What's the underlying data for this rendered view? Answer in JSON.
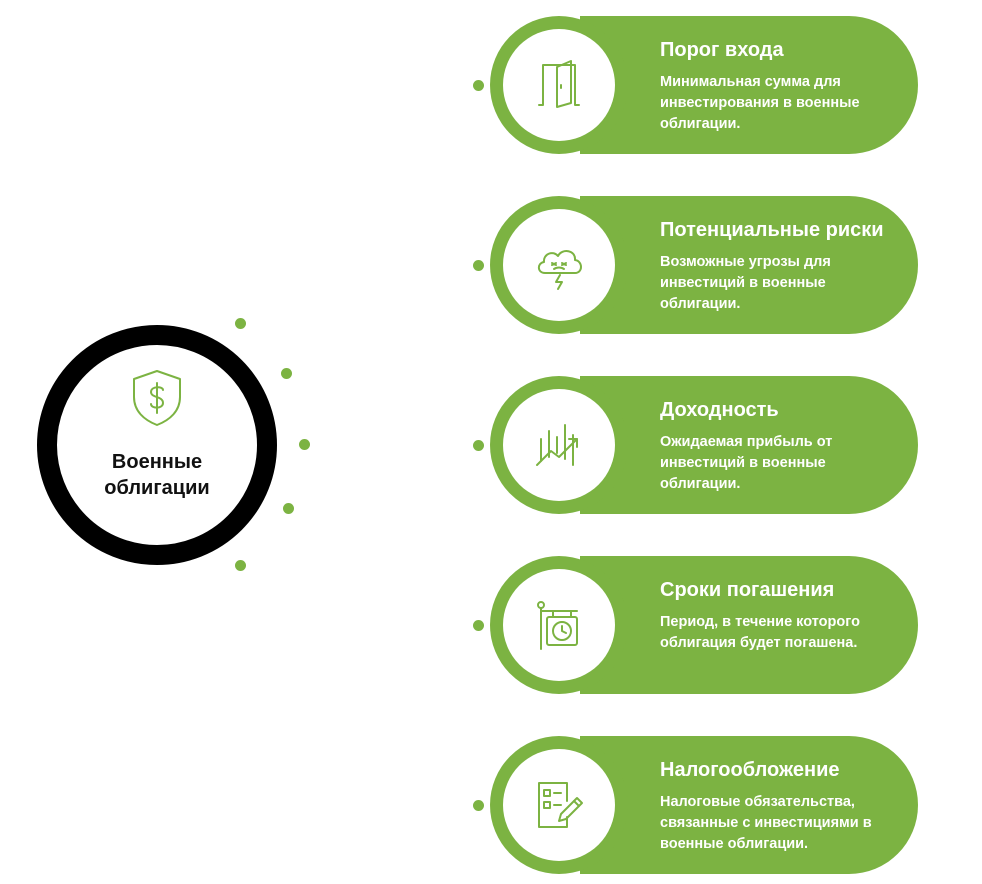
{
  "center": {
    "title": "Военные\nоблигации",
    "icon": "shield-dollar-icon"
  },
  "colors": {
    "accent": "#7cb342",
    "ring": "#000000",
    "text_on_accent": "#ffffff"
  },
  "items": [
    {
      "title": "Порог входа",
      "description": "Минимальная сумма для инвестирования в военные облигации.",
      "icon": "door-icon"
    },
    {
      "title": "Потенциальные риски",
      "description": "Возможные угрозы для инвестиций в военные облигации.",
      "icon": "storm-cloud-icon"
    },
    {
      "title": "Доходность",
      "description": "Ожидаемая прибыль от инвестиций в военные облигации.",
      "icon": "growth-chart-icon"
    },
    {
      "title": "Сроки погашения",
      "description": "Период, в течение которого облигация будет погашена.",
      "icon": "clock-sign-icon"
    },
    {
      "title": "Налогообложение",
      "description": "Налоговые обязательства, связанные с инвестициями в военные облигации.",
      "icon": "tax-form-pen-icon"
    }
  ]
}
